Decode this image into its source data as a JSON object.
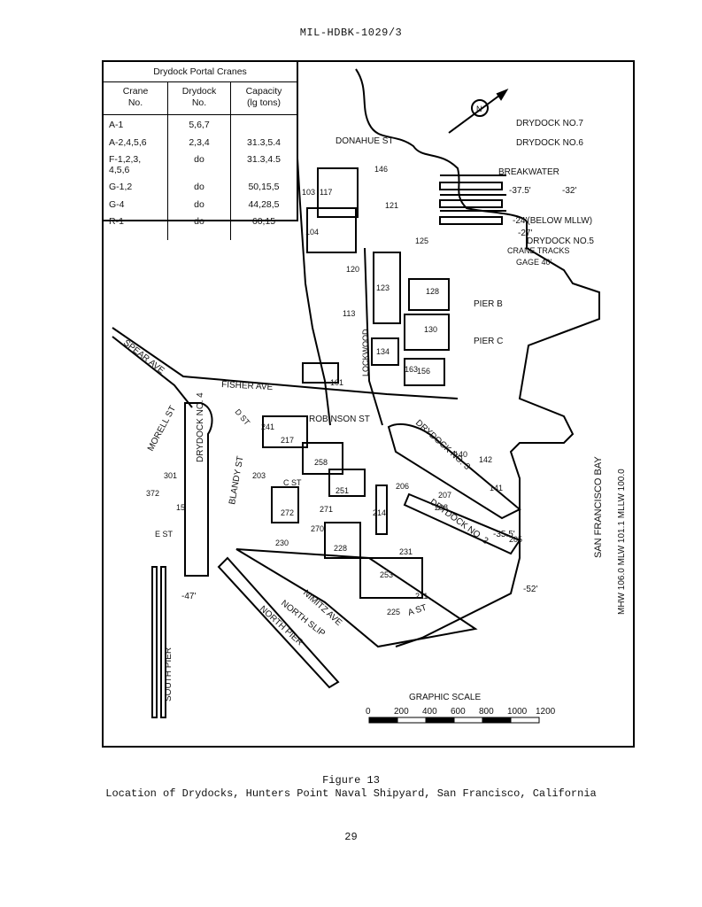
{
  "header": {
    "doc_id": "MIL-HDBK-1029/3"
  },
  "crane_table": {
    "title": "Drydock Portal Cranes",
    "columns": [
      "Crane\nNo.",
      "Drydock\nNo.",
      "Capacity\n(lg tons)"
    ],
    "rows": [
      {
        "crane": "A-1",
        "drydock": "5,6,7",
        "capacity": ""
      },
      {
        "crane": "A-2,4,5,6",
        "drydock": "2,3,4",
        "capacity": "31.3,5.4"
      },
      {
        "crane": "F-1,2,3,\n4,5,6",
        "drydock": "do",
        "capacity": "31.3,4.5"
      },
      {
        "crane": "G-1,2",
        "drydock": "do",
        "capacity": "50,15,5"
      },
      {
        "crane": "G-4",
        "drydock": "do",
        "capacity": "44,28,5"
      },
      {
        "crane": "R-1",
        "drydock": "do",
        "capacity": "60,15"
      }
    ]
  },
  "map": {
    "streets": {
      "donahue": "DONAHUE ST",
      "spear": "SPEAR AVE",
      "fisher": "FISHER AVE",
      "robinson": "ROBINSON ST",
      "morell": "MORELL ST",
      "blandy": "BLANDY ST",
      "lockwood": "LOCKWOOD",
      "nimitz": "NIMITZ AVE",
      "a_st": "A ST",
      "c_st": "C ST",
      "d_st": "D ST",
      "e_st": "E ST"
    },
    "piers": {
      "north_slip": "NORTH SLIP",
      "north_pier": "NORTH PIER",
      "south_pier": "SOUTH PIER",
      "pier_b": "PIER B",
      "pier_c": "PIER C"
    },
    "drydock_labels": {
      "no7": "DRYDOCK NO.7",
      "no6": "DRYDOCK NO.6",
      "no5": "DRYDOCK NO.5",
      "no4": "DRYDOCK NO. 4",
      "no3": "DRYDOCK NO. 3",
      "no2": "DRYDOCK NO. 2"
    },
    "callouts": {
      "breakwater": "BREAKWATER",
      "crane_tracks": "CRANE TRACKS",
      "gage": "GAGE 40'",
      "below_mllw": "-24'(BELOW MLLW)"
    },
    "depths": {
      "d375": "-37.5'",
      "d32": "-32'",
      "d27": "-27'",
      "d355": "-35.5'",
      "d52": "-52'",
      "d47": "-47'"
    },
    "buildings": {
      "b146": "146",
      "b103": "103",
      "b117": "117",
      "b121": "121",
      "b104": "104",
      "b120": "120",
      "b125": "125",
      "b123": "123",
      "b128": "128",
      "b113": "113",
      "b130": "130",
      "b134": "134",
      "b163": "163",
      "b156": "156",
      "b101": "101",
      "b241": "241",
      "b217": "217",
      "b258": "258",
      "b251": "251",
      "b203": "203",
      "b272": "272",
      "b271": "271",
      "b270": "270",
      "b228": "228",
      "b214": "214",
      "b206": "206",
      "b207": "207",
      "b208": "208",
      "b205": "205",
      "b140": "140",
      "b142": "142",
      "b141": "141",
      "b231": "231",
      "b253": "253",
      "b211": "211",
      "b225": "225",
      "b230": "230",
      "b372": "372",
      "b301": "301",
      "b15": "15"
    },
    "bay_label": "SAN  FRANCISCO  BAY",
    "tide_label": "MHW 106.0  MLW 101.1  MLLW 100.0",
    "north_symbol": "N",
    "scale": {
      "title": "GRAPHIC SCALE",
      "ticks": [
        "0",
        "200",
        "400",
        "600",
        "800",
        "1000",
        "1200"
      ]
    }
  },
  "caption": {
    "figure": "Figure 13",
    "title": "Location of Drydocks, Hunters Point Naval Shipyard, San Francisco, California"
  },
  "page_number": "29"
}
